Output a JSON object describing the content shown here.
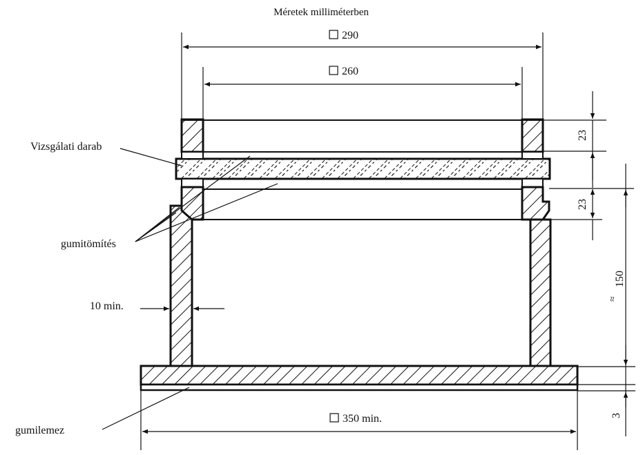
{
  "title": "Méretek milliméterben",
  "dimensions": {
    "outer_width": "290",
    "inner_width": "260",
    "top_frame_height": "23",
    "lower_frame_height": "23",
    "container_height": "150",
    "approx_symbol": "≈",
    "wall_thickness": "10 min.",
    "base_plate_thickness": "3",
    "base_width": "350 min."
  },
  "labels": {
    "test_piece": "Vizsgálati darab",
    "rubber_seal": "gumitömítés",
    "rubber_sheet": "gumilemez"
  }
}
